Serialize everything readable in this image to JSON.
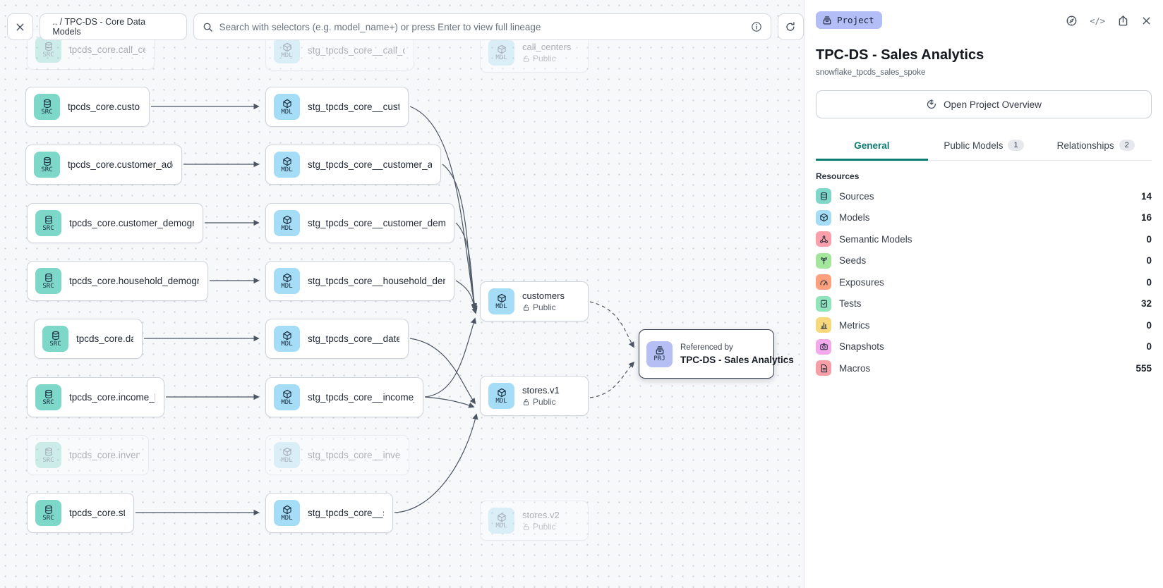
{
  "toolbar": {
    "breadcrumb": ".. / TPC-DS - Core Data Models",
    "search_placeholder": "Search with selectors (e.g. model_name+) or press Enter to view full lineage"
  },
  "graph": {
    "badge_src": "SRC",
    "badge_mdl": "MDL",
    "badge_prj": "PRJ",
    "sources": [
      {
        "label": "tpcds_core.call_center"
      },
      {
        "label": "tpcds_core.customer"
      },
      {
        "label": "tpcds_core.customer_address"
      },
      {
        "label": "tpcds_core.customer_demographics"
      },
      {
        "label": "tpcds_core.household_demographics"
      },
      {
        "label": "tpcds_core.date_dim"
      },
      {
        "label": "tpcds_core.income_band"
      },
      {
        "label": "tpcds_core.inventory"
      },
      {
        "label": "tpcds_core.store"
      }
    ],
    "staging_models": [
      {
        "label": "stg_tpcds_core__call_center"
      },
      {
        "label": "stg_tpcds_core__customer"
      },
      {
        "label": "stg_tpcds_core__customer_address"
      },
      {
        "label": "stg_tpcds_core__customer_demogra…"
      },
      {
        "label": "stg_tpcds_core__household_demogr…"
      },
      {
        "label": "stg_tpcds_core__date_dim"
      },
      {
        "label": "stg_tpcds_core__income_band"
      },
      {
        "label": "stg_tpcds_core__inventory"
      },
      {
        "label": "stg_tpcds_core__store"
      }
    ],
    "public_models": [
      {
        "name": "call_centers",
        "visibility": "Public"
      },
      {
        "name": "customers",
        "visibility": "Public"
      },
      {
        "name": "stores.v1",
        "visibility": "Public"
      },
      {
        "name": "stores.v2",
        "visibility": "Public"
      }
    ],
    "project_node": {
      "caption": "Referenced by",
      "name": "TPC-DS - Sales Analytics"
    }
  },
  "panel": {
    "type_badge": "Project",
    "title": "TPC-DS - Sales Analytics",
    "subtitle": "snowflake_tpcds_sales_spoke",
    "overview_button": "Open Project Overview",
    "tabs": [
      {
        "label": "General"
      },
      {
        "label": "Public Models",
        "count": "1"
      },
      {
        "label": "Relationships",
        "count": "2"
      }
    ],
    "resources_heading": "Resources",
    "resources": [
      {
        "label": "Sources",
        "count": "14",
        "icon": "database-icon",
        "color": "#7ED8CA"
      },
      {
        "label": "Models",
        "count": "16",
        "icon": "cube-icon",
        "color": "#A6DDF6"
      },
      {
        "label": "Semantic Models",
        "count": "0",
        "icon": "semantic-graph-icon",
        "color": "#FB9FAB"
      },
      {
        "label": "Seeds",
        "count": "0",
        "icon": "seedling-icon",
        "color": "#A4E79C"
      },
      {
        "label": "Exposures",
        "count": "0",
        "icon": "gauge-icon",
        "color": "#FCA07E"
      },
      {
        "label": "Tests",
        "count": "32",
        "icon": "clipboard-check-icon",
        "color": "#90E6BA"
      },
      {
        "label": "Metrics",
        "count": "0",
        "icon": "bar-chart-icon",
        "color": "#F8D87C"
      },
      {
        "label": "Snapshots",
        "count": "0",
        "icon": "camera-icon",
        "color": "#F3A9EB"
      },
      {
        "label": "Macros",
        "count": "555",
        "icon": "file-icon",
        "color": "#F89EA6"
      }
    ]
  }
}
